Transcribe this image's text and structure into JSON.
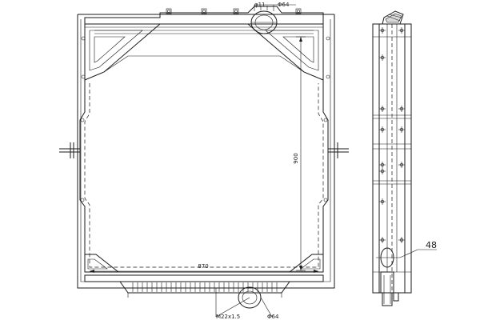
{
  "labels": {
    "cap_small_dia": "φ11",
    "cap_large_dia": "Φ64",
    "height_dim": "900",
    "width_dim": "870",
    "thread": "M22x1.5",
    "outlet_dia": "Φ64",
    "depth_dim": "48"
  }
}
